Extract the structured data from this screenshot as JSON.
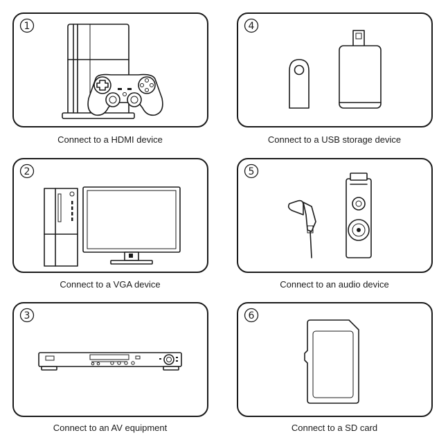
{
  "panels": [
    {
      "number": "1",
      "caption": "Connect to a HDMI device",
      "icon": "game-console-icon"
    },
    {
      "number": "2",
      "caption": "Connect to a VGA device",
      "icon": "desktop-computer-icon"
    },
    {
      "number": "3",
      "caption": "Connect to an AV equipment",
      "icon": "av-receiver-icon"
    },
    {
      "number": "4",
      "caption": "Connect to a USB storage device",
      "icon": "usb-storage-icon"
    },
    {
      "number": "5",
      "caption": "Connect to an audio device",
      "icon": "audio-device-icon"
    },
    {
      "number": "6",
      "caption": "Connect to a SD card",
      "icon": "sd-card-icon"
    }
  ],
  "colors": {
    "stroke": "#1a1a1a",
    "background": "#ffffff"
  }
}
